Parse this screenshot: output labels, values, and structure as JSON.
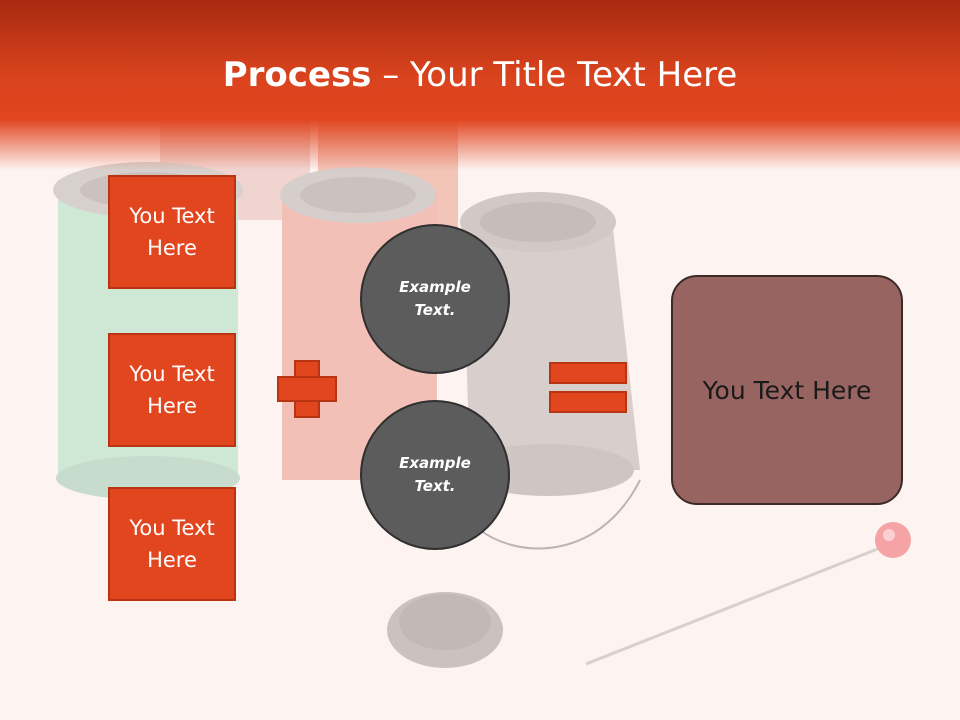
{
  "slide": {
    "title_bold": "Process",
    "title_rest": " – Your Title Text Here"
  },
  "left_boxes": [
    {
      "label": "You Text Here"
    },
    {
      "label": "You Text Here"
    },
    {
      "label": "You Text Here"
    }
  ],
  "circles": [
    {
      "label": "Example Text."
    },
    {
      "label": "Example Text."
    }
  ],
  "result": {
    "label": "You Text Here"
  },
  "colors": {
    "accent": "#e2461f",
    "header_dark": "#a82a12",
    "circle_fill": "#5c5c5c",
    "result_fill": "#986462"
  },
  "icons": {
    "operator_1": "plus-icon",
    "operator_2": "equals-icon"
  }
}
